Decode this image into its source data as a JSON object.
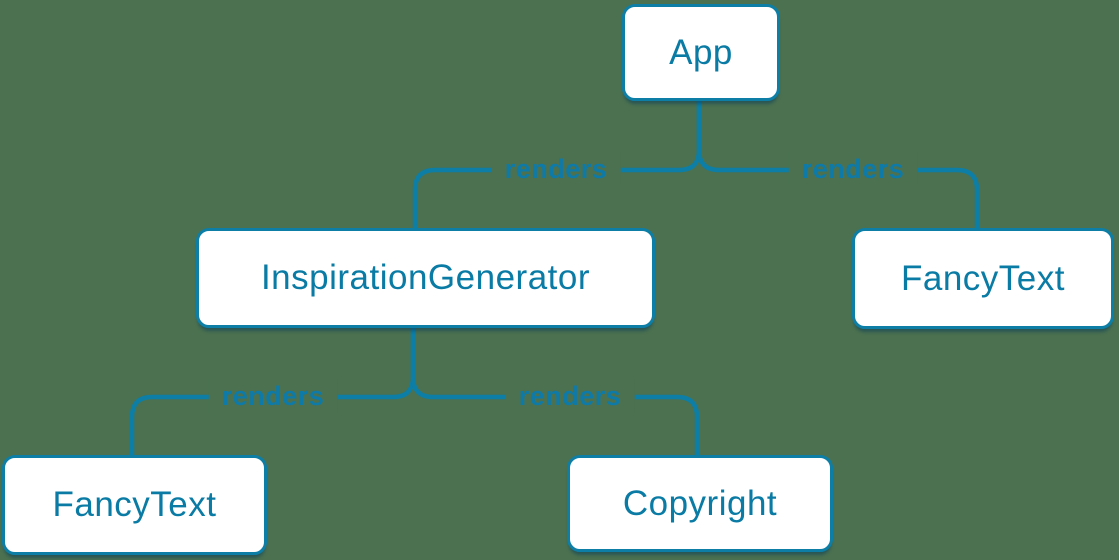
{
  "diagram": {
    "type": "component-render-tree",
    "nodes": [
      {
        "id": "app",
        "label": "App"
      },
      {
        "id": "inspiration-generator",
        "label": "InspirationGenerator"
      },
      {
        "id": "fancy-text-top-right",
        "label": "FancyText"
      },
      {
        "id": "fancy-text-bottom-left",
        "label": "FancyText"
      },
      {
        "id": "copyright",
        "label": "Copyright"
      }
    ],
    "edges": [
      {
        "from": "App",
        "to": "InspirationGenerator",
        "label": "renders"
      },
      {
        "from": "App",
        "to": "FancyText",
        "label": "renders"
      },
      {
        "from": "InspirationGenerator",
        "to": "FancyText",
        "label": "renders"
      },
      {
        "from": "InspirationGenerator",
        "to": "Copyright",
        "label": "renders"
      }
    ],
    "colors": {
      "background": "#4b7150",
      "edge_stroke": "#0d7ea6",
      "node_fill": "#ffffff",
      "node_border": "#0d7ea6",
      "node_text": "#0a7ba4",
      "edge_label_text": "#0e7aa8"
    }
  }
}
